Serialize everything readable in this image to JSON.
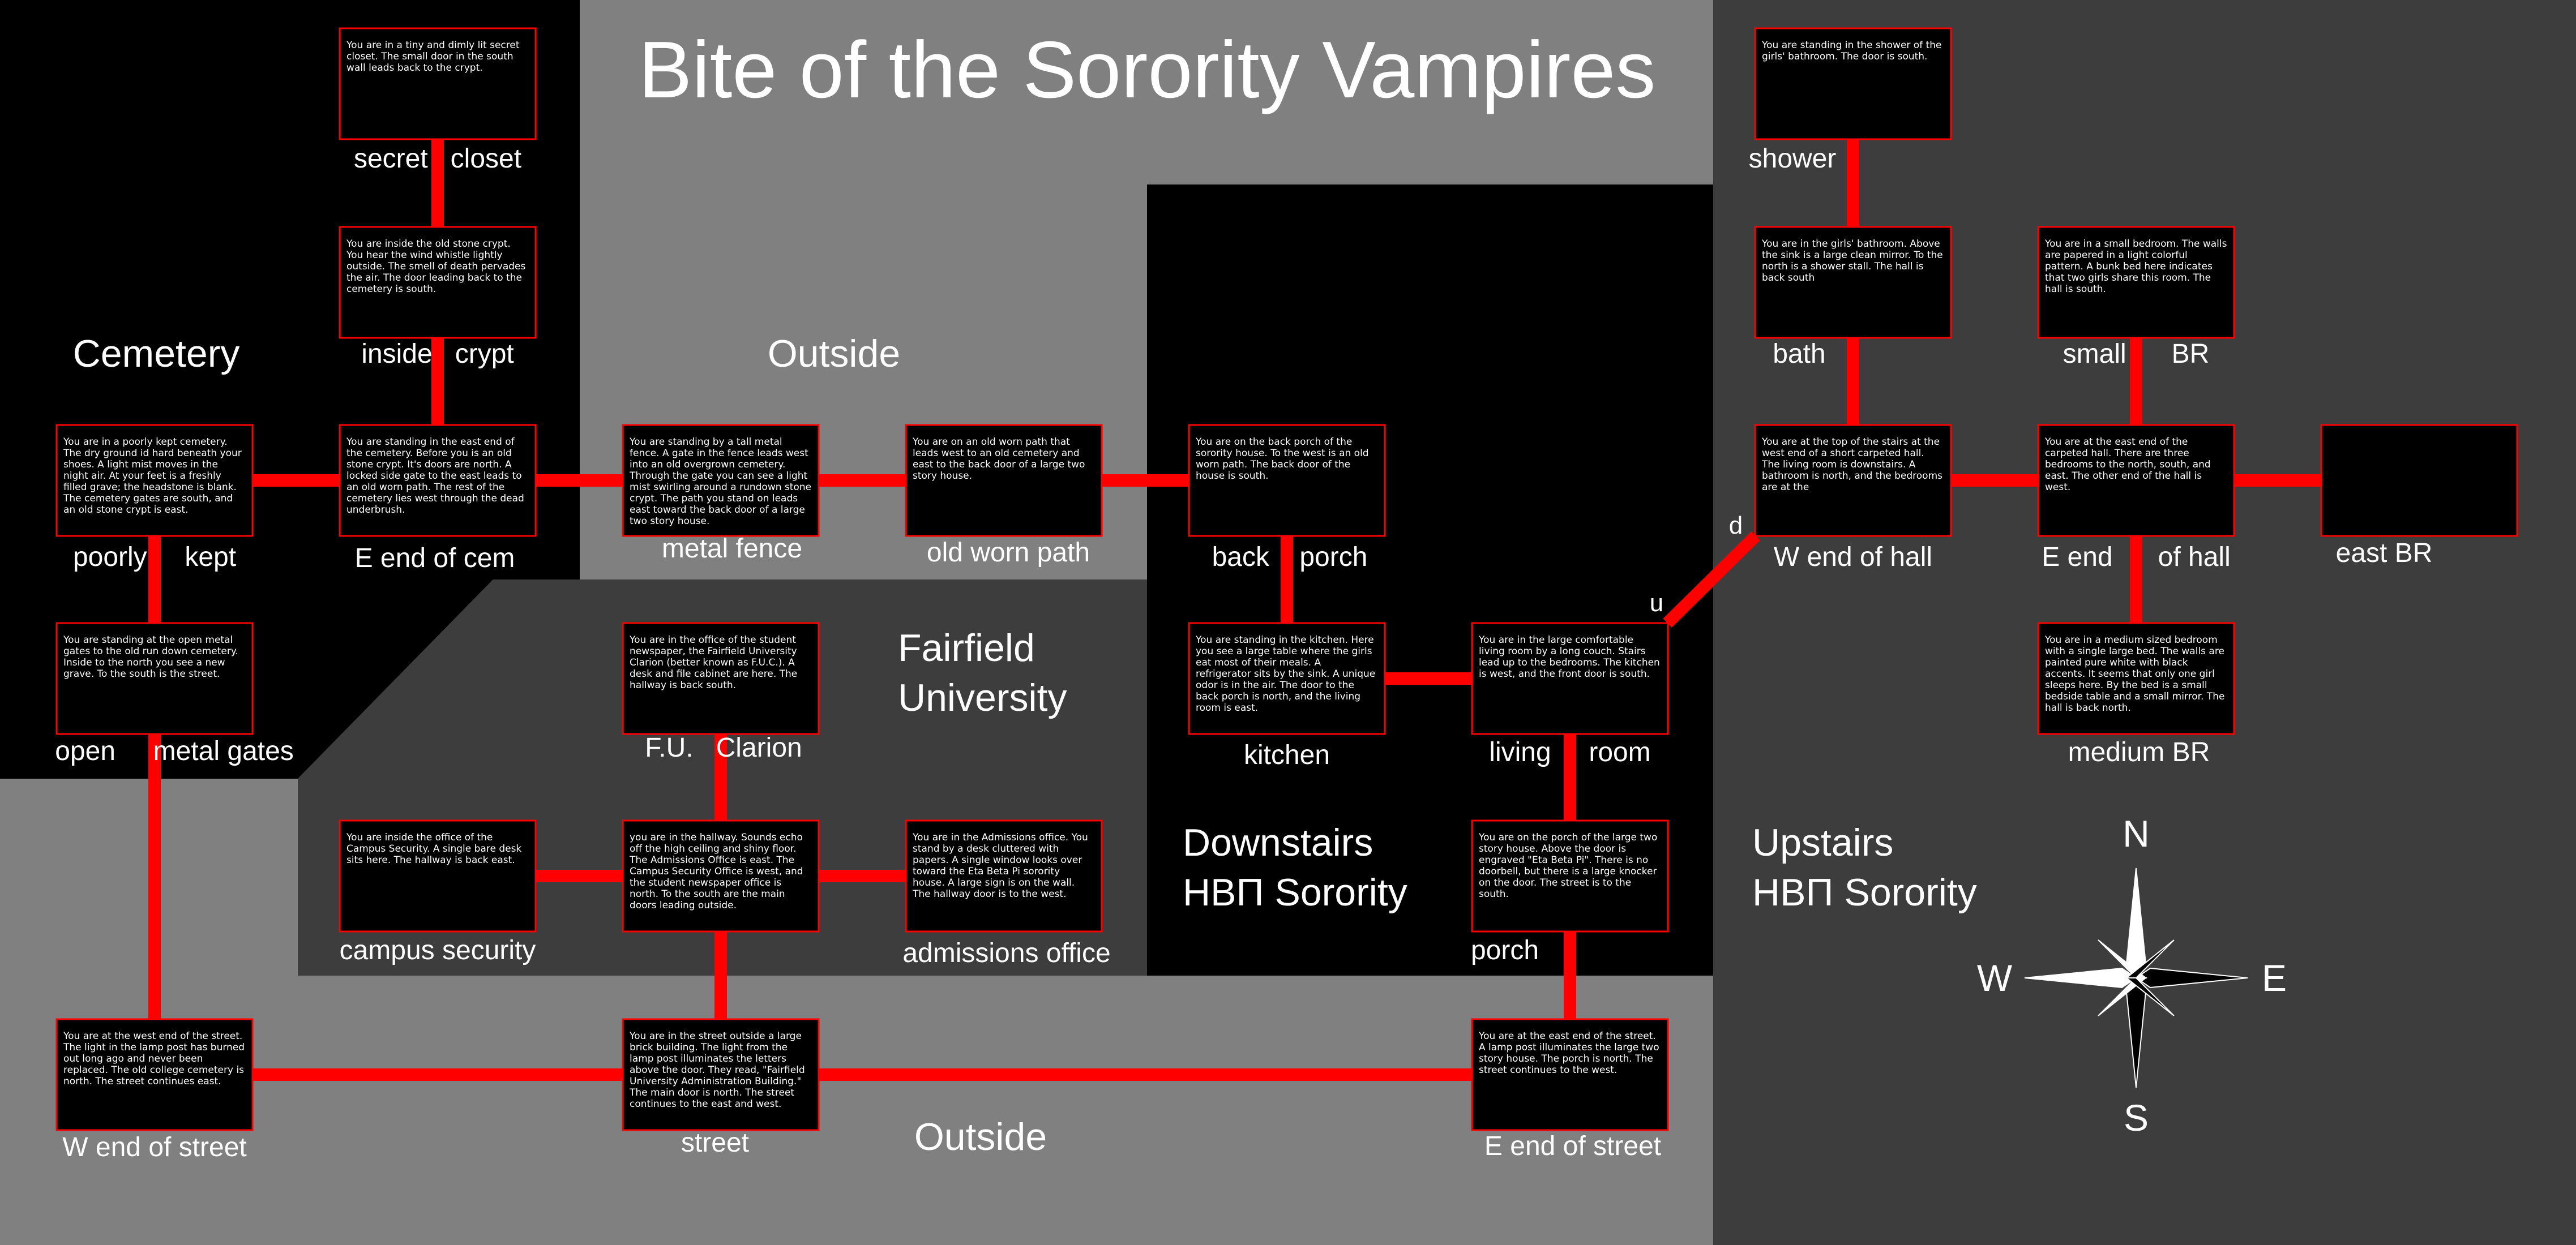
{
  "title": "Bite of the Sorority Vampires",
  "colors": {
    "background_gray": "#808080",
    "dark_gray": "#3d3d3d",
    "black": "#000000",
    "room_fill": "#000000",
    "room_border": "#ff0000",
    "connector": "#ff0000",
    "text": "#ffffff"
  },
  "regions": [
    {
      "id": "cemetery",
      "label": "Cemetery"
    },
    {
      "id": "outside-top",
      "label": "Outside"
    },
    {
      "id": "university",
      "label": "Fairfield University"
    },
    {
      "id": "downstairs",
      "label": "Downstairs ΗΒΠ Sorority"
    },
    {
      "id": "upstairs",
      "label": "Upstairs ΗΒΠ Sorority"
    },
    {
      "id": "outside-bottom",
      "label": "Outside"
    }
  ],
  "rooms": [
    {
      "id": "secret-closet",
      "label": "secret   closet",
      "text": "You are in a tiny and dimly lit secret closet.  The small door in the south wall leads back to the crypt."
    },
    {
      "id": "inside-crypt",
      "label": "inside   crypt",
      "text": "You are inside the old stone crypt.  You hear the wind whistle lightly outside.  The smell of death pervades the air.  The door leading back to the cemetery is south."
    },
    {
      "id": "poorly-kept",
      "label": "poorly     kept",
      "text": "You are in a poorly kept cemetery.  The dry ground id hard beneath your shoes.  A light mist moves in the night air.  At your feet is a freshly filled grave; the headstone is blank.  The  cemetery gates are south, and an old stone crypt is east."
    },
    {
      "id": "e-end-cem",
      "label": "E end of cem",
      "text": "You are standing in the east end of the cemetery.  Before you is an old stone crypt.  It's doors are north.  A locked side gate to the east leads to an old worn path.  The rest of the cemetery lies west through the dead underbrush."
    },
    {
      "id": "metal-fence",
      "label": "metal fence",
      "text": "You are standing by a tall metal fence.  A gate  in the fence leads west into an old overgrown cemetery.  Through the gate you can see a light mist swirling around a rundown stone crypt.  The path you stand on leads east toward the back door of a large two story house."
    },
    {
      "id": "old-worn-path",
      "label": "old worn path",
      "text": "You are on an old worn path that leads west to an old cemetery and east to the back door of a large two story house."
    },
    {
      "id": "back-porch",
      "label": "back    porch",
      "text": "You are on the back porch of the sorority house.  To the west is an old worn path.  The back door of the house is south."
    },
    {
      "id": "open-metal-gates",
      "label": "open     metal gates",
      "text": "You are standing at the open metal gates to the old run down cemetery.  Inside to the north you see a new grave.  To the south is the street."
    },
    {
      "id": "fu-clarion",
      "label": "F.U.   Clarion",
      "text": "You are in the office of the student newspaper, the Fairfield University Clarion (better known as F.U.C.).  A desk and file cabinet are here.  The hallway is back south."
    },
    {
      "id": "kitchen",
      "label": "kitchen",
      "text": "You are standing in the kitchen.  Here you see a large table where the girls eat most of their meals.  A refrigerator sits by the sink.  A unique odor is in the air.  The door to the back porch is north, and the living room is east."
    },
    {
      "id": "living-room",
      "label": "living     room",
      "text": "You are in the large comfortable living room by a long couch.  Stairs lead up to the bedrooms.  The kitchen is west, and the front door is south."
    },
    {
      "id": "campus-security",
      "label": "campus security",
      "text": "You are inside the office of the Campus Security.  A single bare desk sits here.  The hallway is back east."
    },
    {
      "id": "hallway",
      "label": "",
      "text": "you are in the hallway.  Sounds echo off the high ceiling and shiny floor.  The Admissions Office is east.  The Campus Security Office is west, and the student newspaper office is north.  To the south are the main doors leading outside."
    },
    {
      "id": "admissions-office",
      "label": "admissions office",
      "text": "You are in the Admissions office.  You stand by a desk cluttered with papers.  A single window looks over toward the Eta Beta Pi sorority house.  A large sign is on the wall.  The hallway door is to the west."
    },
    {
      "id": "porch",
      "label": "porch",
      "text": "You are on the porch of the large two story house.  Above the door is engraved \"Eta Beta Pi\".  There is no doorbell, but there is a large knocker on the door.  The street is to the  south."
    },
    {
      "id": "w-end-street",
      "label": "W end of street",
      "text": "You are at the west end of the street.  The light in the lamp post has burned out long ago and never been replaced.  The old college cemetery is north.  The street continues east."
    },
    {
      "id": "street",
      "label": "street",
      "text": "You are in the street outside a large brick building.  The light from the lamp post illuminates the letters above the door.  They read, \"Fairfield University Administration Building.\"  The main door is north.  The street continues to the east and west."
    },
    {
      "id": "e-end-street",
      "label": "E end of street",
      "text": "You are at the east end of the street.  A lamp post illuminates the large two story house.  The porch is north.  The street continues to the west."
    },
    {
      "id": "shower",
      "label": "shower",
      "text": "You are standing in the shower of the girls' bathroom.  The door is south."
    },
    {
      "id": "bath",
      "label": "bath",
      "text": "You are in the girls' bathroom.  Above the sink is a large clean mirror.  To the north is a shower stall.  The hall is back south"
    },
    {
      "id": "small-br",
      "label": "small      BR",
      "text": "You are in a small bedroom.  The walls are papered in a light colorful pattern.  A bunk bed here indicates that two girls share this room.  The hall is south."
    },
    {
      "id": "w-end-hall",
      "label": "W end of hall",
      "text": "You are at the top of the stairs at the west end of a short carpeted hall.  The living room is downstairs.  A bathroom is north, and the bedrooms are at the"
    },
    {
      "id": "e-end-hall",
      "label": "E end      of hall",
      "text": "You are at the east end of the carpeted hall.  There are three bedrooms to the north, south, and east.  The other end of the hall is west."
    },
    {
      "id": "east-br",
      "label": "east BR",
      "text": ""
    },
    {
      "id": "medium-br",
      "label": "medium BR",
      "text": "You are in a medium sized bedroom with a single large bed.  The walls are painted pure white with black accents.  It seems that only one girl sleeps here.  By the bed is a small bedside table and a small mirror.  The hall is back north."
    }
  ],
  "stair_labels": {
    "up": "u",
    "down": "d"
  },
  "compass": {
    "n": "N",
    "s": "S",
    "e": "E",
    "w": "W"
  }
}
